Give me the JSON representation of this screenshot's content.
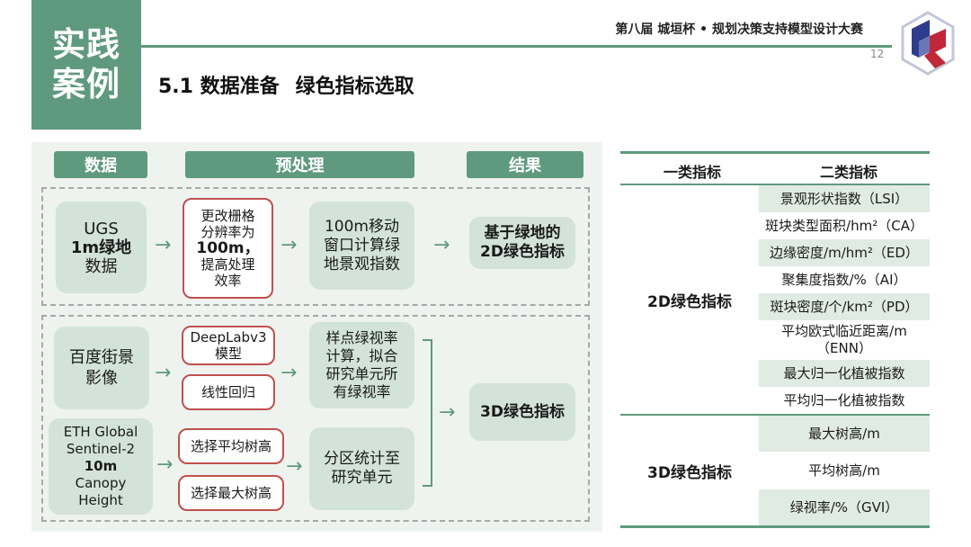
{
  "header": {
    "side_title_line1": "实践",
    "side_title_line2": "案例",
    "contest": "第八届 城垣杯 • 规划决策支持模型设计大赛",
    "page_number": "12",
    "title_section": "5.1 数据准备",
    "title_topic": "绿色指标选取"
  },
  "flow": {
    "col_headers": [
      "数据",
      "预处理",
      "结果"
    ],
    "row1": {
      "data_line1": "UGS",
      "data_line2": "1m绿地",
      "data_line3": "数据",
      "pre_line1": "更改栅格",
      "pre_line2": "分辨率为",
      "pre_line3": "100m，",
      "pre_line4": "提高处理",
      "pre_line5": "效率",
      "calc": "100m移动\n窗口计算绿\n地景观指数",
      "result": "基于绿地的\n2D绿色指标"
    },
    "row2": {
      "data_a": "百度街景\n影像",
      "method_a1": "DeepLabv3\n模型",
      "method_a2": "线性回归",
      "calc_a": "样点绿视率\n计算，拟合\n研究单元所\n有绿视率",
      "data_b_line1": "ETH Global",
      "data_b_line2": "Sentinel-2",
      "data_b_line3": "10m",
      "data_b_line4": "Canopy",
      "data_b_line5": "Height",
      "method_b1": "选择平均树高",
      "method_b2": "选择最大树高",
      "calc_b": "分区统计至\n研究单元",
      "result": "3D绿色指标"
    }
  },
  "indicator_table": {
    "col1": "一类指标",
    "col2": "二类指标",
    "cat_2d": "2D绿色指标",
    "cat_3d": "3D绿色指标",
    "items_2d": [
      "景观形状指数（LSI）",
      "斑块类型面积/hm²（CA）",
      "边缘密度/m/hm²（ED）",
      "聚集度指数/%（AI）",
      "斑块密度/个/km²（PD）",
      "平均欧式临近距离/m\n（ENN）",
      "最大归一化植被指数",
      "平均归一化植被指数"
    ],
    "items_3d": [
      "最大树高/m",
      "平均树高/m",
      "绿视率/%（GVI）"
    ]
  },
  "colors": {
    "accent": "#5f9a7e",
    "panel": "#eef3f0",
    "box": "#d3e3da",
    "highlight_border": "#c0504d"
  }
}
